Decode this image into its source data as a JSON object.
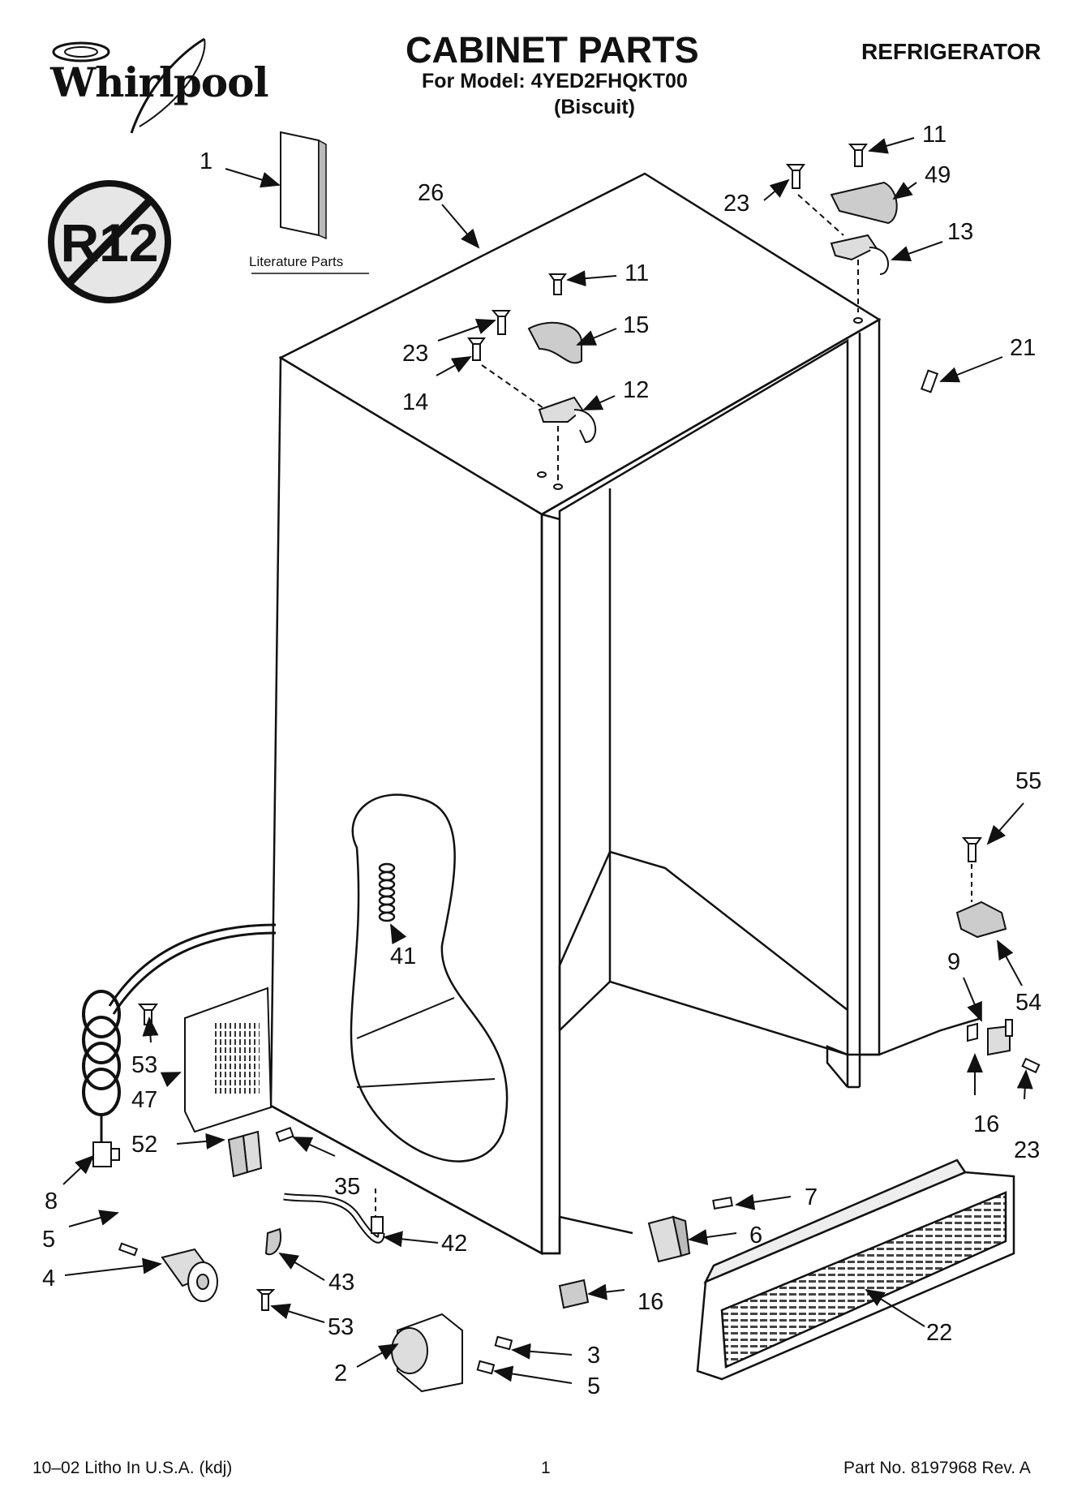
{
  "header": {
    "brand": "Whirlpool",
    "title": "CABINET PARTS",
    "model_line": "For Model: 4YED2FHQKT00",
    "color_line": "(Biscuit)",
    "doc_type": "REFRIGERATOR"
  },
  "badge": {
    "text": "R12",
    "icon": "no-r12-icon"
  },
  "literature_label": "Literature Parts",
  "callouts": [
    {
      "id": "c1",
      "text": "1"
    },
    {
      "id": "c26",
      "text": "26"
    },
    {
      "id": "c11a",
      "text": "11"
    },
    {
      "id": "c11b",
      "text": "11"
    },
    {
      "id": "c23a",
      "text": "23"
    },
    {
      "id": "c23b",
      "text": "23"
    },
    {
      "id": "c23c",
      "text": "23"
    },
    {
      "id": "c49",
      "text": "49"
    },
    {
      "id": "c13",
      "text": "13"
    },
    {
      "id": "c15",
      "text": "15"
    },
    {
      "id": "c14",
      "text": "14"
    },
    {
      "id": "c12",
      "text": "12"
    },
    {
      "id": "c21",
      "text": "21"
    },
    {
      "id": "c55",
      "text": "55"
    },
    {
      "id": "c41",
      "text": "41"
    },
    {
      "id": "c9",
      "text": "9"
    },
    {
      "id": "c54",
      "text": "54"
    },
    {
      "id": "c53a",
      "text": "53"
    },
    {
      "id": "c47",
      "text": "47"
    },
    {
      "id": "c52",
      "text": "52"
    },
    {
      "id": "c16a",
      "text": "16"
    },
    {
      "id": "c8",
      "text": "8"
    },
    {
      "id": "c35",
      "text": "35"
    },
    {
      "id": "c7",
      "text": "7"
    },
    {
      "id": "c6",
      "text": "6"
    },
    {
      "id": "c5a",
      "text": "5"
    },
    {
      "id": "c42",
      "text": "42"
    },
    {
      "id": "c4",
      "text": "4"
    },
    {
      "id": "c43",
      "text": "43"
    },
    {
      "id": "c16b",
      "text": "16"
    },
    {
      "id": "c53b",
      "text": "53"
    },
    {
      "id": "c22",
      "text": "22"
    },
    {
      "id": "c3",
      "text": "3"
    },
    {
      "id": "c2",
      "text": "2"
    },
    {
      "id": "c5b",
      "text": "5"
    }
  ],
  "footer": {
    "left": "10–02 Litho In U.S.A. (kdj)",
    "center": "1",
    "right": "Part No. 8197968 Rev. A"
  }
}
